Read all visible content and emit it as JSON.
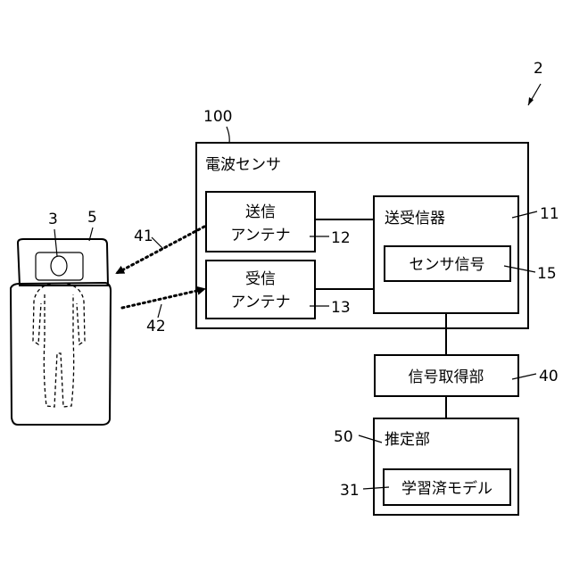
{
  "figure_ref": "2",
  "radio_sensor": {
    "ref": "100",
    "title": "電波センサ"
  },
  "tx_antenna": {
    "line1": "送信",
    "line2": "アンテナ",
    "ref": "12"
  },
  "rx_antenna": {
    "line1": "受信",
    "line2": "アンテナ",
    "ref": "13"
  },
  "transceiver": {
    "title": "送受信器",
    "ref": "11",
    "signal": "センサ信号",
    "signal_ref": "15"
  },
  "signal_acquisition": {
    "label": "信号取得部",
    "ref": "40"
  },
  "estimator": {
    "title": "推定部",
    "ref": "50",
    "model": "学習済モデル",
    "model_ref": "31"
  },
  "radio_wave_tx_ref": "41",
  "radio_wave_rx_ref": "42",
  "person_ref": "3",
  "bed_ref": "5"
}
